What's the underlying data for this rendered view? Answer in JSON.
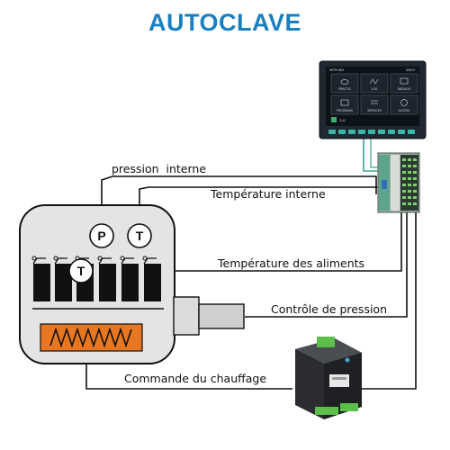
{
  "title": "AUTOCLAVE",
  "sensors": {
    "pressure": "P",
    "temperature": "T",
    "food_temperature": "T"
  },
  "labels": {
    "internal_pressure": "pression  interne",
    "internal_temperature": "Température interne",
    "food_temperature": "Température des aliments",
    "pressure_control": "Contrôle de pression",
    "heating_command": "Commande du chauffage"
  },
  "hmi_panel": {
    "brand": "ARTRONIX",
    "model": "D8507",
    "tiles": [
      "PRACTIS",
      "LOG",
      "DATALOG",
      "PROGRAMS",
      "SERVICES",
      "ACCESS"
    ],
    "footer": "CLIC"
  },
  "colors": {
    "title": "#1a7fc1",
    "vessel_fill": "#e3e4e6",
    "vessel_stroke": "#111111",
    "heater": "#e87722",
    "wire": "#111111"
  }
}
